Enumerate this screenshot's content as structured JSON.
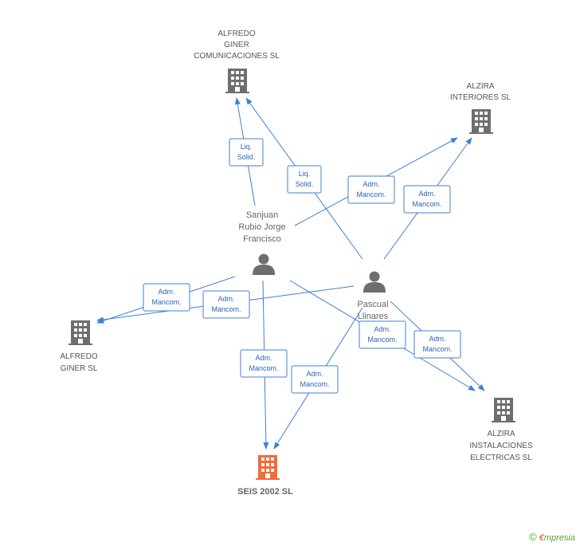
{
  "colors": {
    "edge": "#3f7fd6",
    "building": "#6e6e6e",
    "focus_building": "#f26b3a",
    "person": "#6e6e6e"
  },
  "companies": {
    "alfredo_com": [
      "ALFREDO",
      "GINER",
      "COMUNICACIONES SL"
    ],
    "alzira_int": [
      "ALZIRA",
      "INTERIORES SL"
    ],
    "alfredo_giner": [
      "ALFREDO",
      "GINER SL"
    ],
    "alzira_inst": [
      "ALZIRA",
      "INSTALACIONES",
      "ELECTRICAS SL"
    ],
    "seis": [
      "SEIS 2002 SL"
    ]
  },
  "persons": {
    "sanjuan": [
      "Sanjuan",
      "Rubio Jorge",
      "Francisco"
    ],
    "pascual": [
      "Pascual",
      "Llinares"
    ]
  },
  "relations": [
    {
      "id": "r1",
      "lines": [
        "Liq.",
        "Solid."
      ]
    },
    {
      "id": "r2",
      "lines": [
        "Liq.",
        "Solid."
      ]
    },
    {
      "id": "r3",
      "lines": [
        "Adm.",
        "Mancom."
      ]
    },
    {
      "id": "r4",
      "lines": [
        "Adm.",
        "Mancom."
      ]
    },
    {
      "id": "r5",
      "lines": [
        "Adm.",
        "Mancom."
      ]
    },
    {
      "id": "r6",
      "lines": [
        "Adm.",
        "Mancom."
      ]
    },
    {
      "id": "r7",
      "lines": [
        "Adm.",
        "Mancom."
      ]
    },
    {
      "id": "r8",
      "lines": [
        "Adm.",
        "Mancom."
      ]
    },
    {
      "id": "r9",
      "lines": [
        "Adm.",
        "Mancom."
      ]
    },
    {
      "id": "r10",
      "lines": [
        "Adm.",
        "Mancom."
      ]
    }
  ],
  "footer": {
    "copyright": "©",
    "brand_first": "€",
    "brand_rest": "mpresia"
  }
}
